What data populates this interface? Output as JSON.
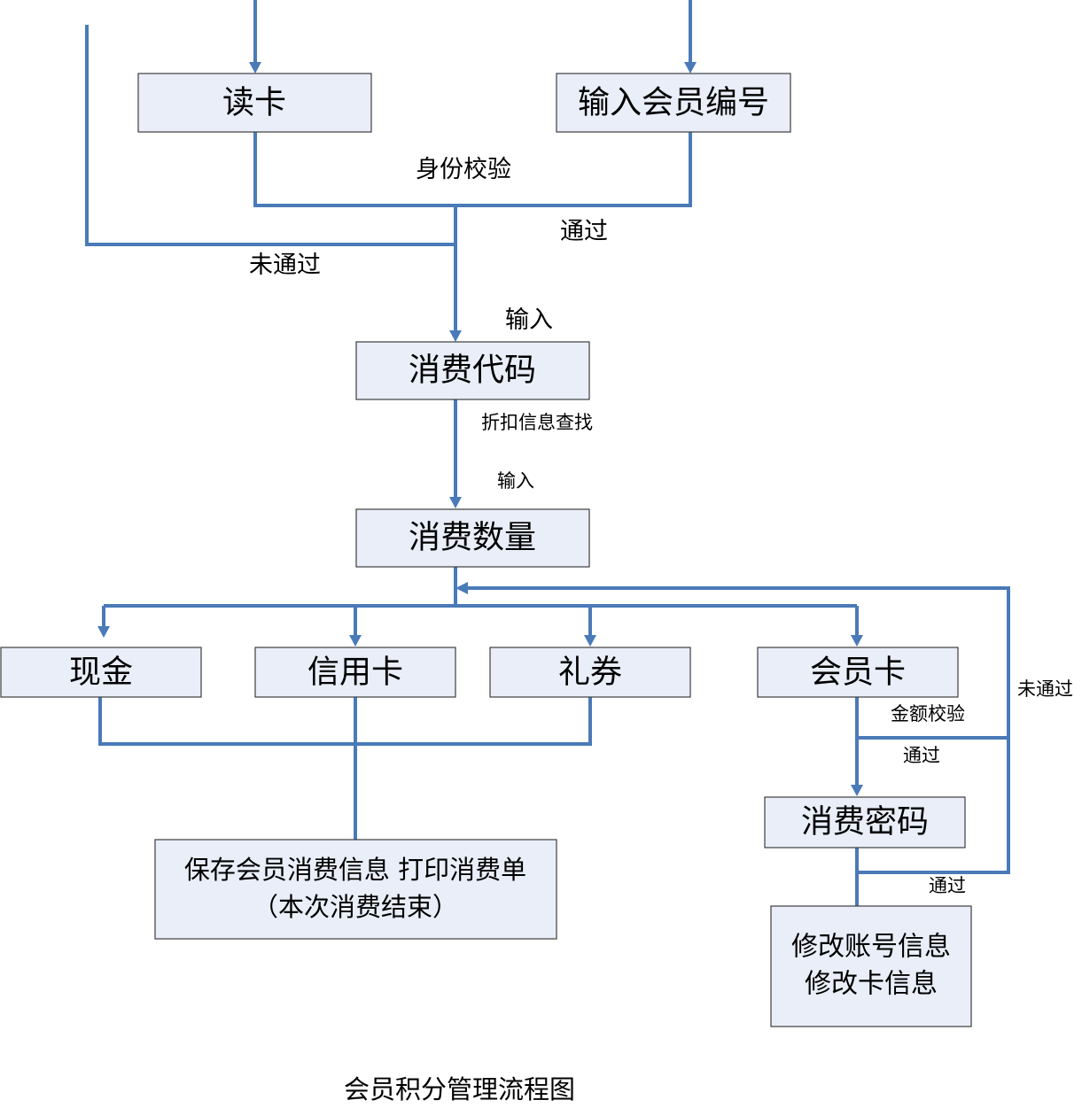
{
  "diagram": {
    "caption": "会员积分管理流程图",
    "nodes": {
      "read_card": "读卡",
      "input_member_id": "输入会员编号",
      "consume_code": "消费代码",
      "consume_qty": "消费数量",
      "cash": "现金",
      "credit_card": "信用卡",
      "coupon": "礼券",
      "member_card": "会员卡",
      "consume_password": "消费密码",
      "save_line1": "保存会员消费信息  打印消费单",
      "save_line2": "（本次消费结束）",
      "modify_line1": "修改账号信息",
      "modify_line2": "修改卡信息"
    },
    "labels": {
      "identity_check": "身份校验",
      "pass_1": "通过",
      "fail_1": "未通过",
      "input_1": "输入",
      "discount_lookup": "折扣信息查找",
      "input_2": "输入",
      "amount_check": "金额校验",
      "pass_2": "通过",
      "fail_2": "未通过",
      "pass_3": "通过"
    }
  }
}
